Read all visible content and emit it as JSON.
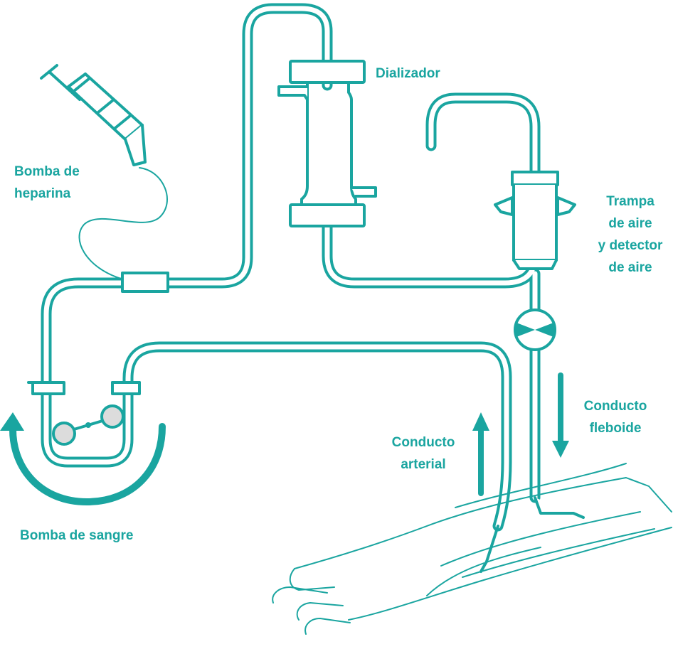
{
  "colors": {
    "accent": "#1aa5a0",
    "fill_light": "#dcdcdc",
    "background": "#ffffff"
  },
  "labels": {
    "dializador": "Dializador",
    "bomba_heparina": [
      "Bomba de",
      "heparina"
    ],
    "trampa_aire": [
      "Trampa",
      "de aire",
      "y detector",
      "de aire"
    ],
    "conducto_fleboide": [
      "Conducto",
      "fleboide"
    ],
    "conducto_arterial": [
      "Conducto",
      "arterial"
    ],
    "bomba_sangre": "Bomba de sangre"
  }
}
